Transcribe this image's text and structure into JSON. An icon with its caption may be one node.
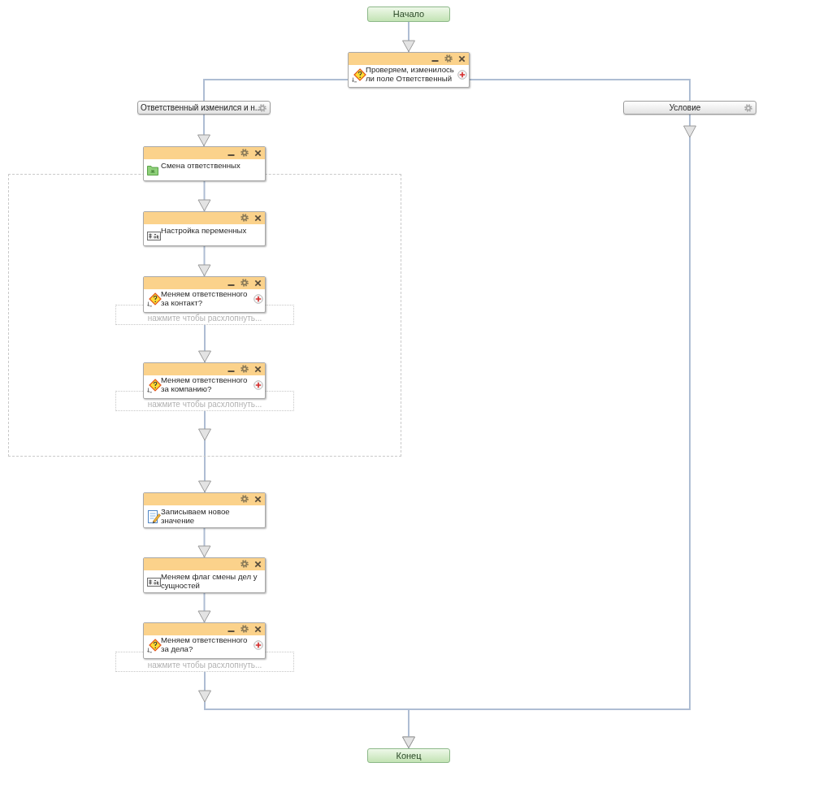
{
  "diagram": {
    "nodes": [
      {
        "text": [
          "Начало"
        ]
      },
      {
        "text": [
          "Проверяем, изменилось ли поле Ответственный"
        ]
      },
      {
        "text": [
          "Ответственный изменился и н..."
        ]
      },
      {
        "text": [
          "Условие"
        ]
      },
      {
        "text": [
          "Смена ответственных"
        ]
      },
      {
        "text": [],
        "shape": "box"
      },
      {
        "text": [
          "Настройка переменных"
        ],
        "in": 5
      },
      {
        "text": [
          "Меняем ответственного за контакт?"
        ],
        "in": 5
      },
      {
        "text": [
          "нажмите чтобы расхлопнуть..."
        ],
        "in": 5
      },
      {
        "text": [
          "Меняем ответственного за компанию?"
        ],
        "in": 5
      },
      {
        "text": [
          "нажмите чтобы расхлопнуть..."
        ],
        "in": 5
      },
      {
        "text": [
          "Записываем новое значение"
        ]
      },
      {
        "text": [
          "Меняем флаг смены дел у сущностей"
        ]
      },
      {
        "text": [
          "Меняем ответственного за дела?"
        ]
      },
      {
        "text": [
          "нажмите чтобы расхлопнуть..."
        ]
      },
      {
        "text": [
          "Конец"
        ]
      }
    ],
    "edges": [
      {
        "from": 0,
        "to": 1,
        "arrow": "to"
      },
      {
        "from": 1,
        "to": 2,
        "arrow": "none"
      },
      {
        "from": 1,
        "to": 3,
        "arrow": "none"
      },
      {
        "from": 2,
        "to": 4,
        "arrow": "to"
      },
      {
        "from": 4,
        "to": 6,
        "arrow": "to"
      },
      {
        "from": 6,
        "to": 7,
        "arrow": "to"
      },
      {
        "from": 8,
        "to": 9,
        "arrow": "to"
      },
      {
        "from": 10,
        "to": 11,
        "arrow": "to"
      },
      {
        "from": 11,
        "to": 12,
        "arrow": "to"
      },
      {
        "from": 12,
        "to": 13,
        "arrow": "to"
      },
      {
        "from": 14,
        "to": 15,
        "arrow": "to"
      },
      {
        "from": 3,
        "to": 15,
        "arrow": "to"
      }
    ]
  }
}
